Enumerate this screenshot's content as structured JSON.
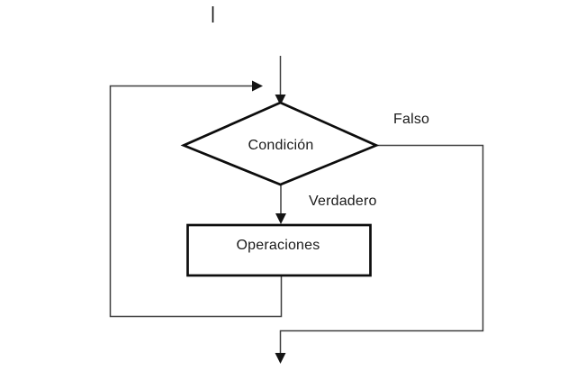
{
  "diagram": {
    "type": "flowchart-while-loop",
    "labels": {
      "condition": "Condición",
      "true_branch": "Verdadero",
      "false_branch": "Falso",
      "operations": "Operaciones"
    },
    "colors": {
      "background": "#ffffff",
      "shape_stroke": "#0d0d0d",
      "shape_fill": "#ffffff",
      "connector_stroke": "#3f3f3f",
      "arrow_fill": "#141414",
      "text": "#1a1a1a"
    }
  }
}
